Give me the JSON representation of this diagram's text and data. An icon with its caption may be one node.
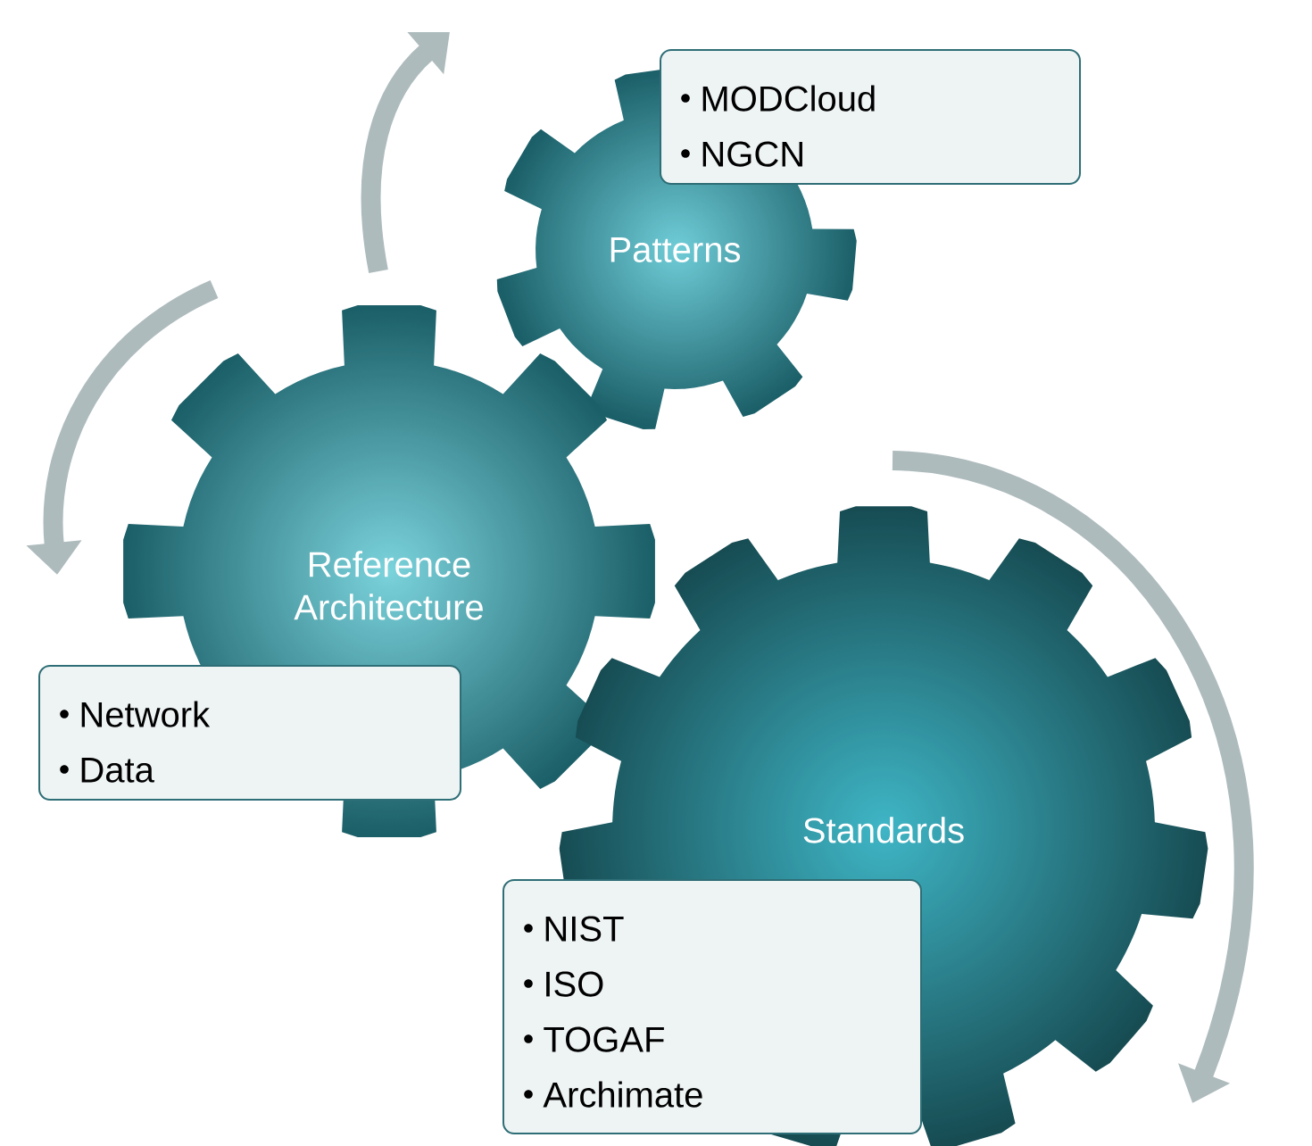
{
  "diagram": {
    "nodes": [
      {
        "text": [
          "Patterns"
        ]
      },
      {
        "text": [
          "MODCloud",
          "NGCN"
        ]
      },
      {
        "text": [
          "Reference Architecture"
        ]
      },
      {
        "text": [
          "Network",
          "Data"
        ]
      },
      {
        "text": [
          "Standards"
        ]
      },
      {
        "text": [
          "NIST",
          "ISO",
          "TOGAF",
          "Archimate"
        ]
      }
    ]
  }
}
